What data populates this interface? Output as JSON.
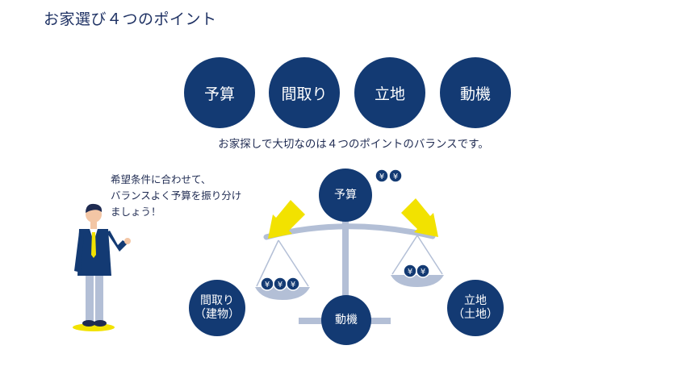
{
  "title": "お家選び４つのポイント",
  "pills": [
    {
      "label": "予算"
    },
    {
      "label": "間取り"
    },
    {
      "label": "立地"
    },
    {
      "label": "動機"
    }
  ],
  "subtitle": "お家探しで大切なのは４つのポイントのバランスです。",
  "speech": {
    "line1": "希望条件に合わせて、",
    "line2": "バランスよく予算を振り分け",
    "line3": "ましょう！"
  },
  "scale": {
    "top_label": "予算",
    "bottom_label": "動機",
    "left_label_line1": "間取り",
    "left_label_line2": "（建物）",
    "right_label_line1": "立地",
    "right_label_line2": "（土地）",
    "yen_symbol": "¥"
  },
  "colors": {
    "navy": "#133a73",
    "beam": "#b3bfd6",
    "arrow": "#f2e200"
  }
}
